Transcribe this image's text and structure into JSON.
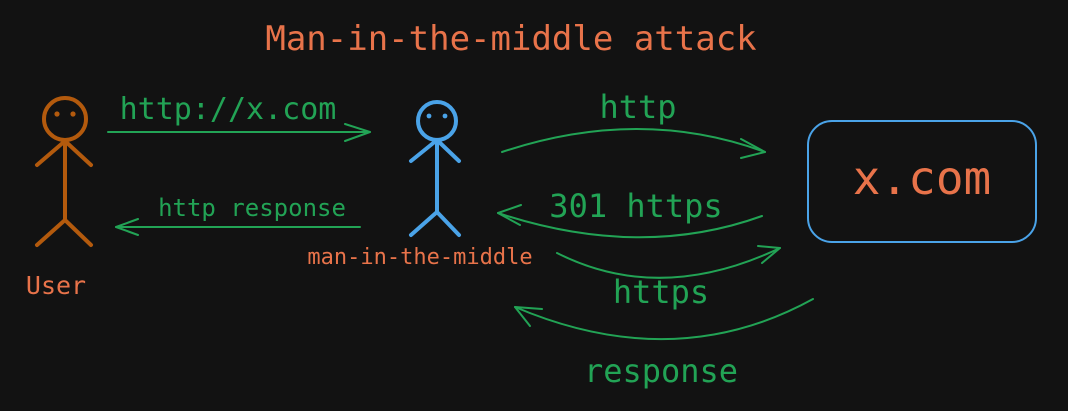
{
  "title": "Man-in-the-middle attack",
  "actors": {
    "user": {
      "label": "User",
      "color": "#b35a0d"
    },
    "mitm": {
      "label": "man-in-the-middle",
      "color": "#4aa3e8"
    },
    "server": {
      "label": "x.com",
      "border_color": "#4aa3e8"
    }
  },
  "messages": {
    "request_url": "http://x.com",
    "http_response": "http response",
    "forward_http": "http",
    "redirect": "301 https",
    "forward_https": "https",
    "response": "response"
  },
  "colors": {
    "background": "#121212",
    "title": "#e8734a",
    "label": "#e8734a",
    "arrow": "#22a355",
    "message_text": "#22a355"
  }
}
